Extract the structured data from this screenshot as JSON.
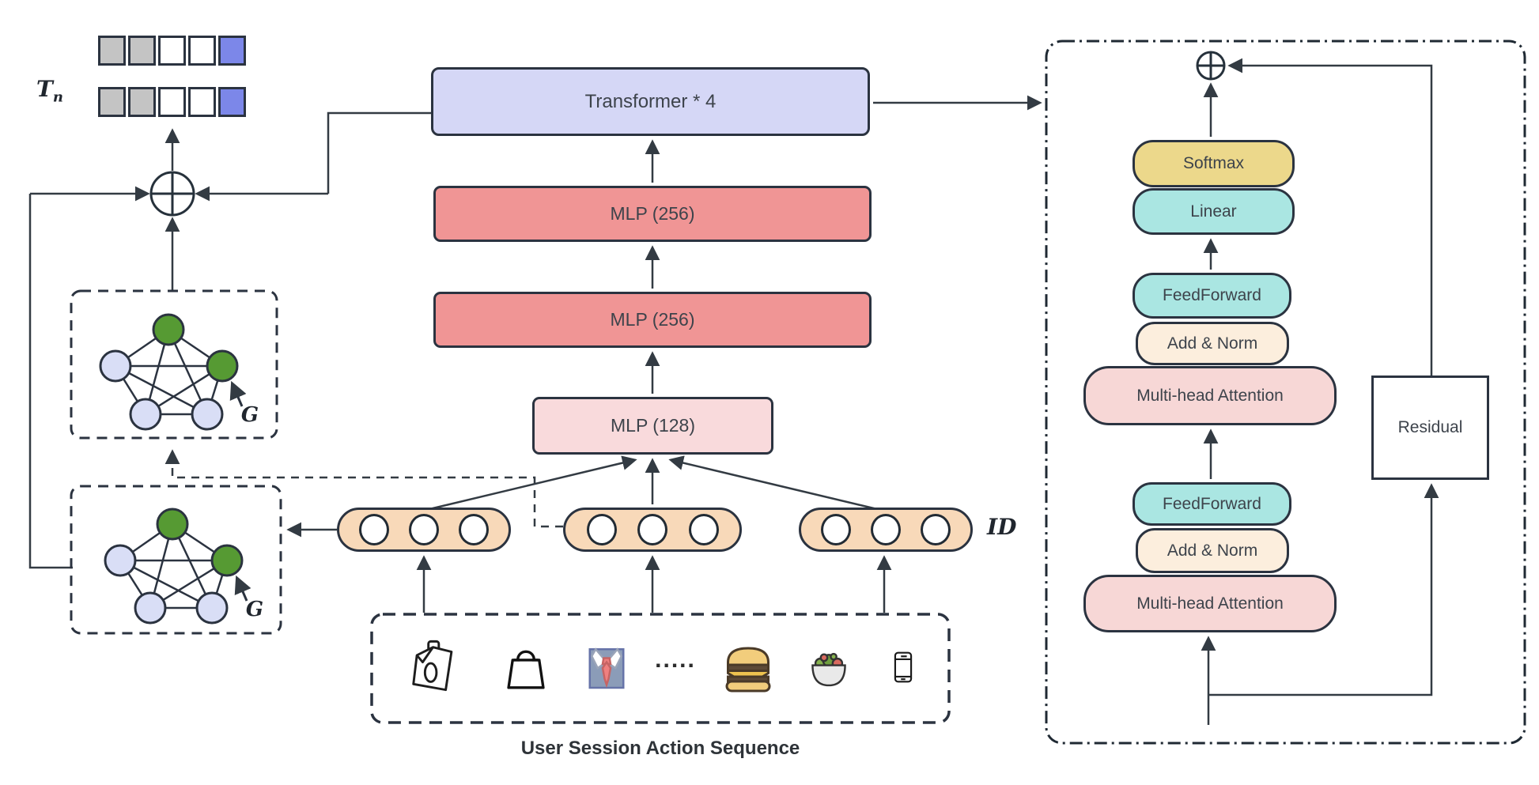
{
  "labels": {
    "output_embedding": {
      "main": "T",
      "sub": "n"
    },
    "graph": "G",
    "id": "ID",
    "ellipsis": "....."
  },
  "center_stack": {
    "transformer": "Transformer * 4",
    "mlp_256_top": "MLP (256)",
    "mlp_256_bottom": "MLP (256)",
    "mlp_128": "MLP (128)"
  },
  "bottom": {
    "caption": "User Session Action Sequence",
    "icons": [
      "milk-carton",
      "shopping-bag",
      "shirt-and-tie",
      "ellipsis",
      "burger",
      "salad-bowl",
      "smartphone"
    ]
  },
  "embedding_vector": {
    "rows": 2,
    "cells": [
      "gray",
      "gray",
      "white",
      "white",
      "blue"
    ]
  },
  "pills": {
    "count": 3,
    "circles_per_pill": 3
  },
  "transformer_block": {
    "blocks": [
      "Softmax",
      "Linear",
      "FeedForward",
      "Add & Norm",
      "Multi-head Attention",
      "FeedForward",
      "Add & Norm",
      "Multi-head Attention"
    ],
    "residual": "Residual"
  },
  "colors": {
    "line": "#333b43",
    "transformer_fill": "#d5d7f6",
    "mlp256_fill": "#f09595",
    "mlp128_fill": "#f9dadc",
    "pill_fill": "#f8d9b9",
    "softmax_fill": "#ecd88b",
    "linear_fill": "#aae6e2",
    "feedforward_fill": "#aae6e2",
    "addnorm_fill": "#fceedd",
    "attention_fill": "#f7d7d6",
    "node_green": "#569a33",
    "node_lavender": "#d9def6",
    "cell_gray": "#c4c4c4",
    "cell_blue": "#7c87e9"
  }
}
